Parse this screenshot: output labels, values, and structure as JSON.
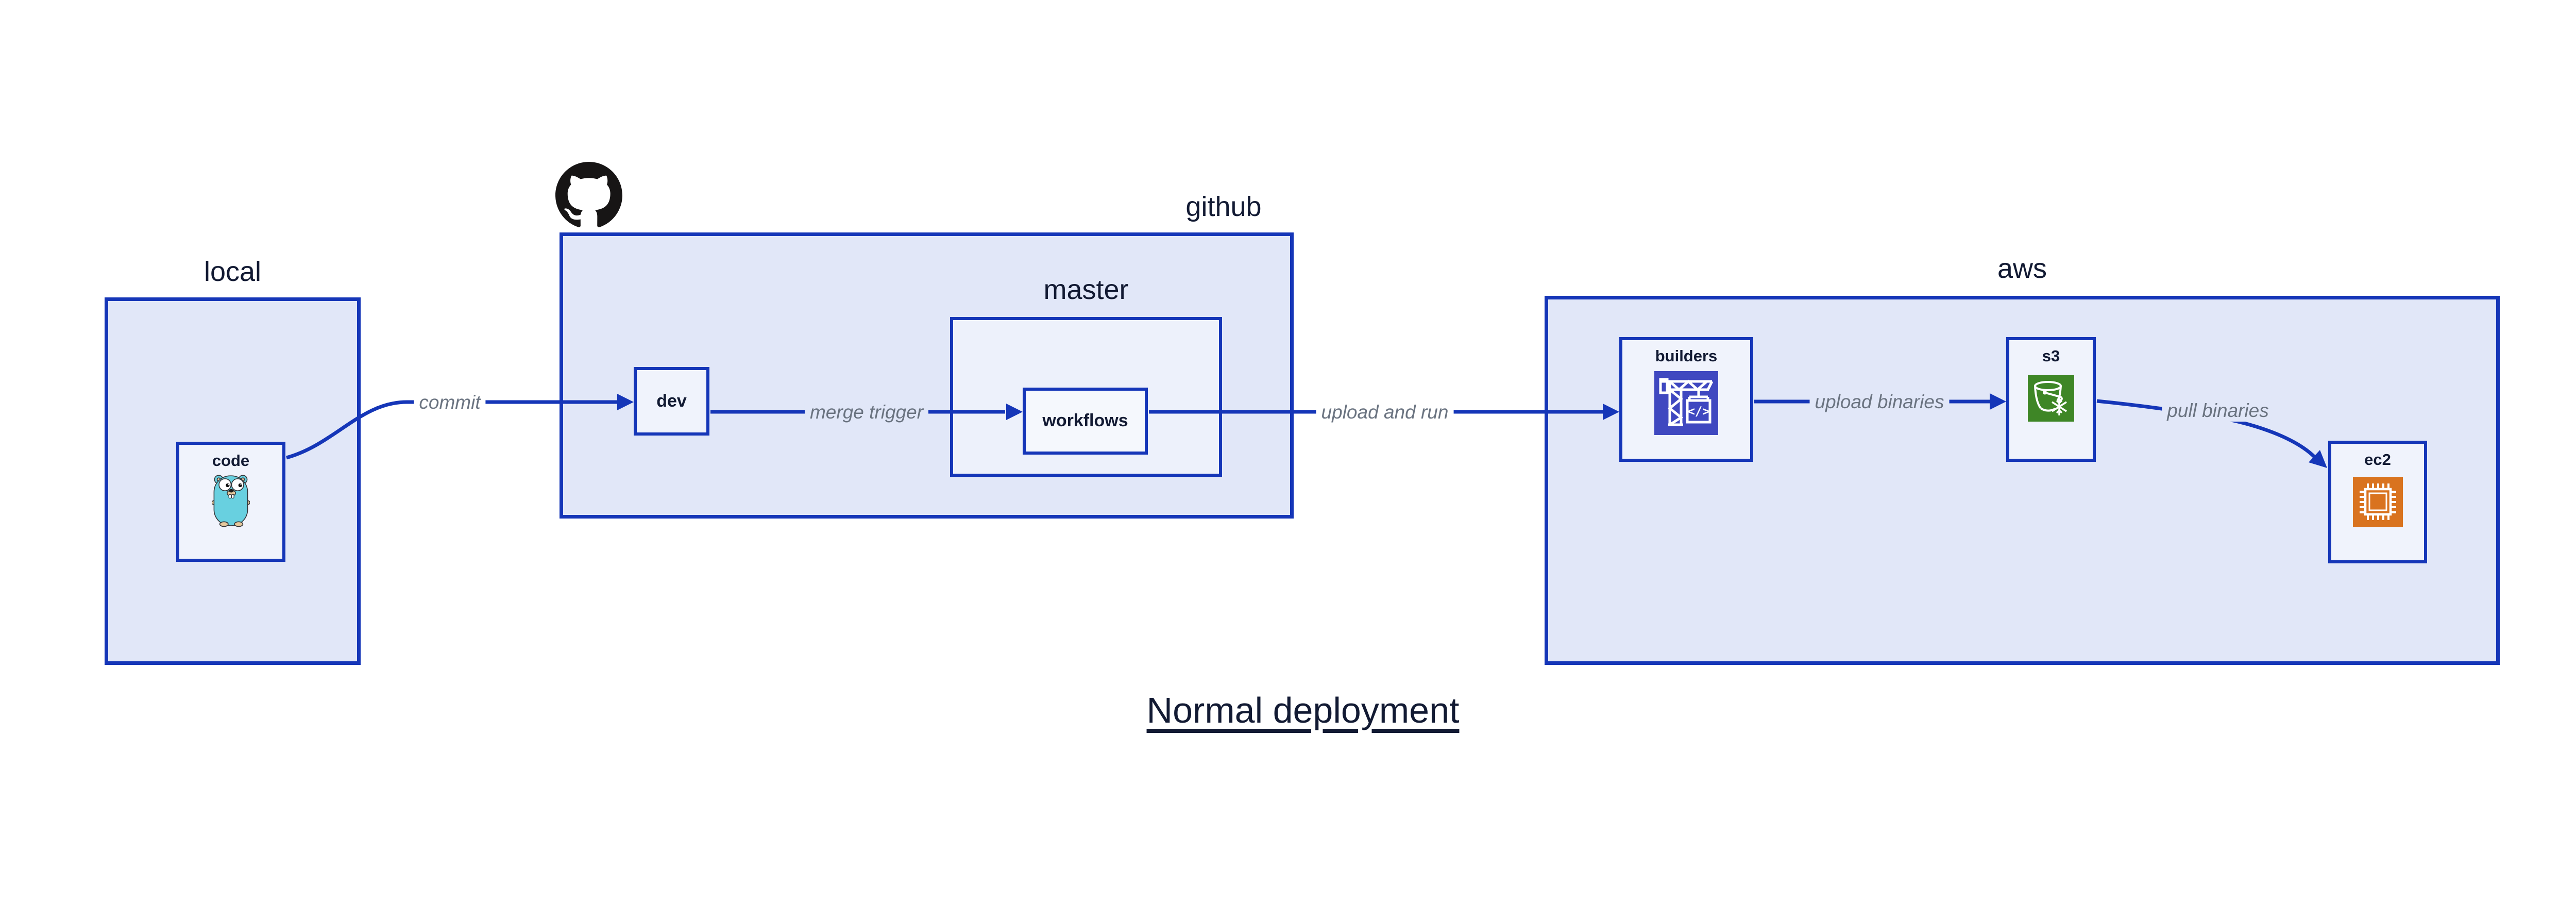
{
  "diagram": {
    "title": "Normal deployment"
  },
  "groups": {
    "local": "local",
    "github": "github",
    "master": "master",
    "aws": "aws"
  },
  "nodes": {
    "code": "code",
    "dev": "dev",
    "workflows": "workflows",
    "builders": "builders",
    "s3": "s3",
    "ec2": "ec2"
  },
  "edges": {
    "commit": "commit",
    "merge_trigger": "merge trigger",
    "upload_and_run": "upload and run",
    "upload_binaries": "upload binaries",
    "pull_binaries": "pull binaries"
  },
  "icons": {
    "github_logo": "github-octocat-icon",
    "gopher": "go-gopher-icon",
    "builders_icon": "codebuild-crane-icon",
    "s3_icon": "s3-glacier-bucket-icon",
    "ec2_icon": "ec2-chip-icon",
    "codebuild_glyph": "</>"
  },
  "colors": {
    "edge_line": "#1536B8",
    "group_fill": "#E1E7F8",
    "master_fill": "#EDF1FB",
    "node_fill": "#F0F3FC",
    "edge_label_text": "#6A7380",
    "heading_text": "#121A33",
    "builders_icon_bg": "#3F48C0",
    "s3_icon_bg": "#3E8626",
    "ec2_icon_bg": "#D9731F",
    "octocat_black": "#171515",
    "gopher_body": "#68D0E0"
  }
}
